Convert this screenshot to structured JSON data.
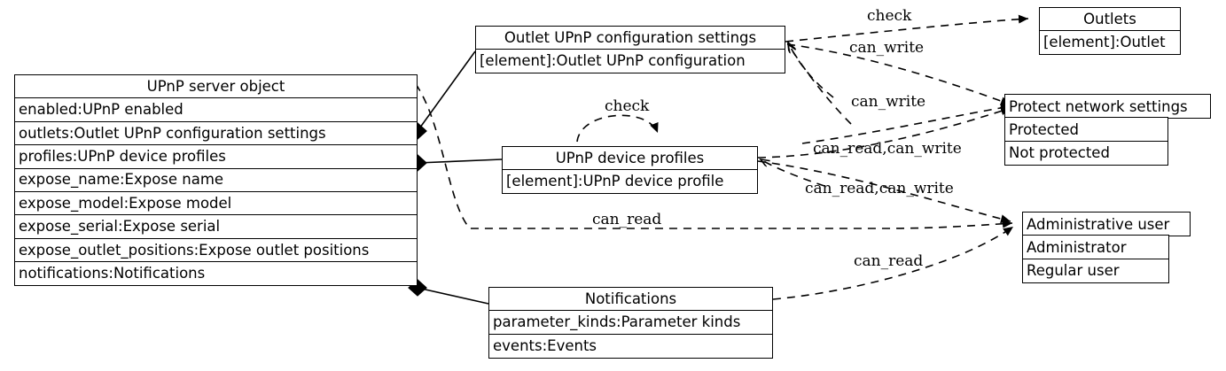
{
  "diagram": {
    "title": "UPnP server object relationship diagram",
    "type": "uml-class-diagram",
    "background_color": "#ffffff",
    "line_color": "#000000"
  },
  "classes": {
    "upnp_server_object": {
      "name": "UPnP server object",
      "attributes": [
        "enabled:UPnP enabled",
        "outlets:Outlet UPnP configuration settings",
        "profiles:UPnP device profiles",
        "expose_name:Expose name",
        "expose_model:Expose model",
        "expose_serial:Expose serial",
        "expose_outlet_positions:Expose outlet positions",
        "notifications:Notifications"
      ]
    },
    "outlet_upnp_configuration_settings": {
      "name": "Outlet UPnP configuration settings",
      "attributes": [
        "[element]:Outlet UPnP configuration"
      ]
    },
    "upnp_device_profiles": {
      "name": "UPnP device profiles",
      "attributes": [
        "[element]:UPnP device profile"
      ]
    },
    "notifications": {
      "name": "Notifications",
      "attributes": [
        "parameter_kinds:Parameter kinds",
        "events:Events"
      ]
    },
    "outlets": {
      "name": "Outlets",
      "attributes": [
        "[element]:Outlet"
      ]
    },
    "protect_network_settings": {
      "name": "Protect network settings",
      "values": [
        "Protected",
        "Not protected"
      ]
    },
    "administrative_user": {
      "name": "Administrative user",
      "values": [
        "Administrator",
        "Regular user"
      ]
    }
  },
  "edges": [
    {
      "id": "e1",
      "label": "check",
      "from": "outlet_upnp_configuration_settings",
      "to": "outlets",
      "style": "dashed"
    },
    {
      "id": "e2",
      "label": "can_write",
      "from": "outlet_upnp_configuration_settings",
      "to": "protect_network_settings",
      "style": "dashed"
    },
    {
      "id": "e3",
      "label": "can_write",
      "from": "outlet_upnp_configuration_settings",
      "to": "protect_network_settings",
      "style": "dashed"
    },
    {
      "id": "e4",
      "label": "check",
      "from": "upnp_device_profiles",
      "to": "upnp_device_profiles",
      "style": "dashed"
    },
    {
      "id": "e5",
      "label": "can_read,can_write",
      "from": "upnp_device_profiles",
      "to": "protect_network_settings",
      "style": "dashed"
    },
    {
      "id": "e6",
      "label": "can_read,can_write",
      "from": "upnp_device_profiles",
      "to": "administrative_user",
      "style": "dashed"
    },
    {
      "id": "e7",
      "label": "can_read",
      "from": "upnp_server_object",
      "to": "administrative_user",
      "style": "dashed"
    },
    {
      "id": "e8",
      "label": "can_read",
      "from": "notifications",
      "to": "administrative_user",
      "style": "dashed"
    }
  ],
  "compositions": [
    {
      "from": "upnp_server_object",
      "attribute": "outlets",
      "to": "outlet_upnp_configuration_settings"
    },
    {
      "from": "upnp_server_object",
      "attribute": "profiles",
      "to": "upnp_device_profiles"
    },
    {
      "from": "upnp_server_object",
      "attribute": "notifications",
      "to": "notifications"
    }
  ],
  "labels": {
    "check_top": "check",
    "can_write_top": "can_write",
    "can_write_mid": "can_write",
    "check_loop": "check",
    "can_read_can_write_upper": "can_read,can_write",
    "can_read_can_write_lower": "can_read,can_write",
    "can_read_left": "can_read",
    "can_read_bottom": "can_read"
  }
}
